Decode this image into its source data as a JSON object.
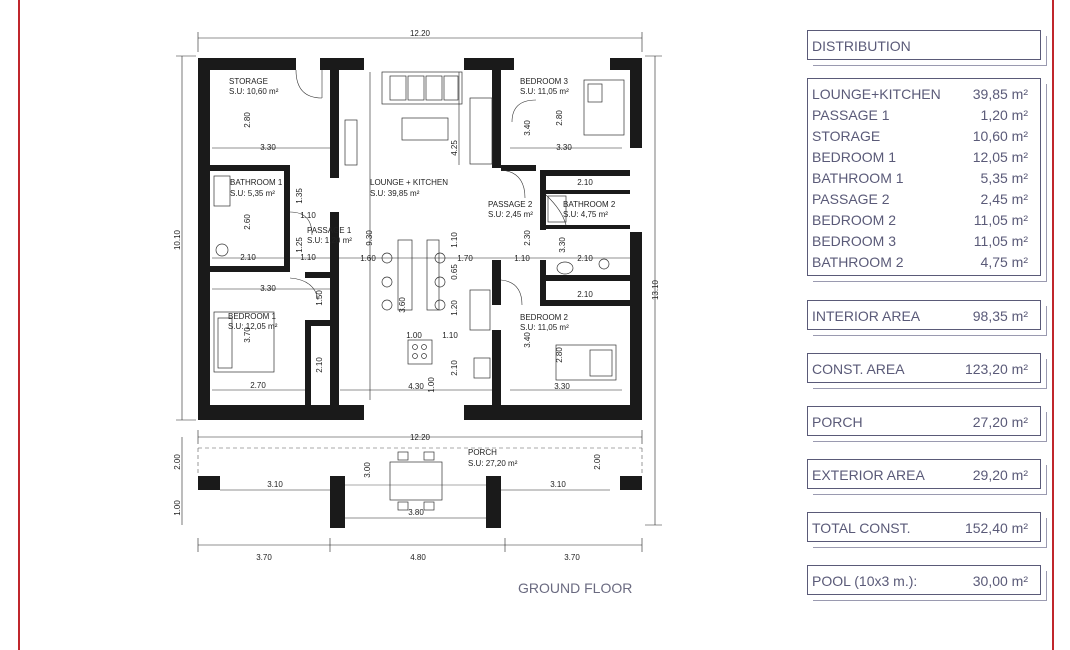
{
  "plan": {
    "title": "GROUND FLOOR",
    "dimensions": {
      "top_total": "12.20",
      "left_total": "10.10",
      "right_total": "13.10",
      "porch_total": "12.20",
      "bottom_left": "3.70",
      "bottom_mid": "4.80",
      "bottom_right": "3.70",
      "porch_left_span": "3.10",
      "porch_right_span": "3.10",
      "porch_mid_span": "3.80",
      "porch_depth_left": "2.00",
      "porch_depth_right": "2.00",
      "porch_depth_mid": "3.00",
      "porch_edge": "1.00",
      "storage_w": "3.30",
      "storage_h": "2.80",
      "bath1_h": "2.60",
      "bath1_w": "2.10",
      "bath1_side": "1.35",
      "pass1_a": "1.10",
      "pass1_b": "1.25",
      "pass1_w": "1.10",
      "bed1_w_top": "3.30",
      "bed1_h": "3.70",
      "bed1_w_bottom": "2.70",
      "bed1_door": "1.50",
      "bed1_side": "2.10",
      "lounge_h": "9.30",
      "lounge_top": "4.25",
      "lounge_w": "1.60",
      "lounge_1": "1.10",
      "island_h": "3.60",
      "island_a": "0.65",
      "island_b": "1.20",
      "island_w1": "1.00",
      "island_w2": "1.10",
      "kitchen_w": "4.30",
      "kitchen_a": "1.00",
      "kitchen_b": "2.10",
      "bed3_h": "3.40",
      "bed3_w": "3.30",
      "bed3_inner": "2.80",
      "pass2_h": "2.30",
      "pass2_w": "1.70",
      "pass2_w2": "1.10",
      "bath2_w": "2.10",
      "bath2_w2": "2.10",
      "bath2_w3": "2.10",
      "bath2_h": "3.30",
      "bed2_h": "3.40",
      "bed2_inner": "2.80",
      "bed2_w": "3.30"
    },
    "rooms": {
      "storage_name": "STORAGE",
      "storage_area": "S.U: 10,60 m²",
      "bath1_name": "BATHROOM 1",
      "bath1_area": "S.U: 5,35 m²",
      "pass1_name": "PASSAGE 1",
      "pass1_area": "S.U: 1,20 m²",
      "bed1_name": "BEDROOM 1",
      "bed1_area": "S.U: 12,05 m²",
      "lounge_name": "LOUNGE + KITCHEN",
      "lounge_area": "S.U: 39,85 m²",
      "bed3_name": "BEDROOM 3",
      "bed3_area": "S.U: 11,05 m²",
      "pass2_name": "PASSAGE 2",
      "pass2_area": "S.U: 2,45 m²",
      "bath2_name": "BATHROOM 2",
      "bath2_area": "S.U: 4,75 m²",
      "bed2_name": "BEDROOM 2",
      "bed2_area": "S.U: 11,05 m²",
      "porch_name": "PORCH",
      "porch_area": "S.U: 27,20 m²"
    }
  },
  "table": {
    "distribution_header": "DISTRIBUTION",
    "rooms": [
      {
        "name": "LOUNGE+KITCHEN",
        "value": "39,85 m²"
      },
      {
        "name": "PASSAGE 1",
        "value": "1,20 m²"
      },
      {
        "name": "STORAGE",
        "value": "10,60 m²"
      },
      {
        "name": "BEDROOM 1",
        "value": "12,05 m²"
      },
      {
        "name": "BATHROOM 1",
        "value": "5,35 m²"
      },
      {
        "name": "PASSAGE 2",
        "value": "2,45 m²"
      },
      {
        "name": "BEDROOM 2",
        "value": "11,05 m²"
      },
      {
        "name": "BEDROOM 3",
        "value": "11,05 m²"
      },
      {
        "name": "BATHROOM 2",
        "value": "4,75 m²"
      }
    ],
    "interior": {
      "label": "INTERIOR AREA",
      "value": "98,35 m²"
    },
    "const": {
      "label": "CONST. AREA",
      "value": "123,20 m²"
    },
    "porch": {
      "label": "PORCH",
      "value": "27,20 m²"
    },
    "exterior": {
      "label": "EXTERIOR AREA",
      "value": "29,20 m²"
    },
    "total": {
      "label": "TOTAL CONST.",
      "value": "152,40 m²"
    },
    "pool": {
      "label": "POOL (10x3 m.):",
      "value": "30,00 m²"
    }
  },
  "colors": {
    "wall": "#1a1a1a",
    "border": "#c0262c",
    "table_text": "#5a5a78"
  }
}
